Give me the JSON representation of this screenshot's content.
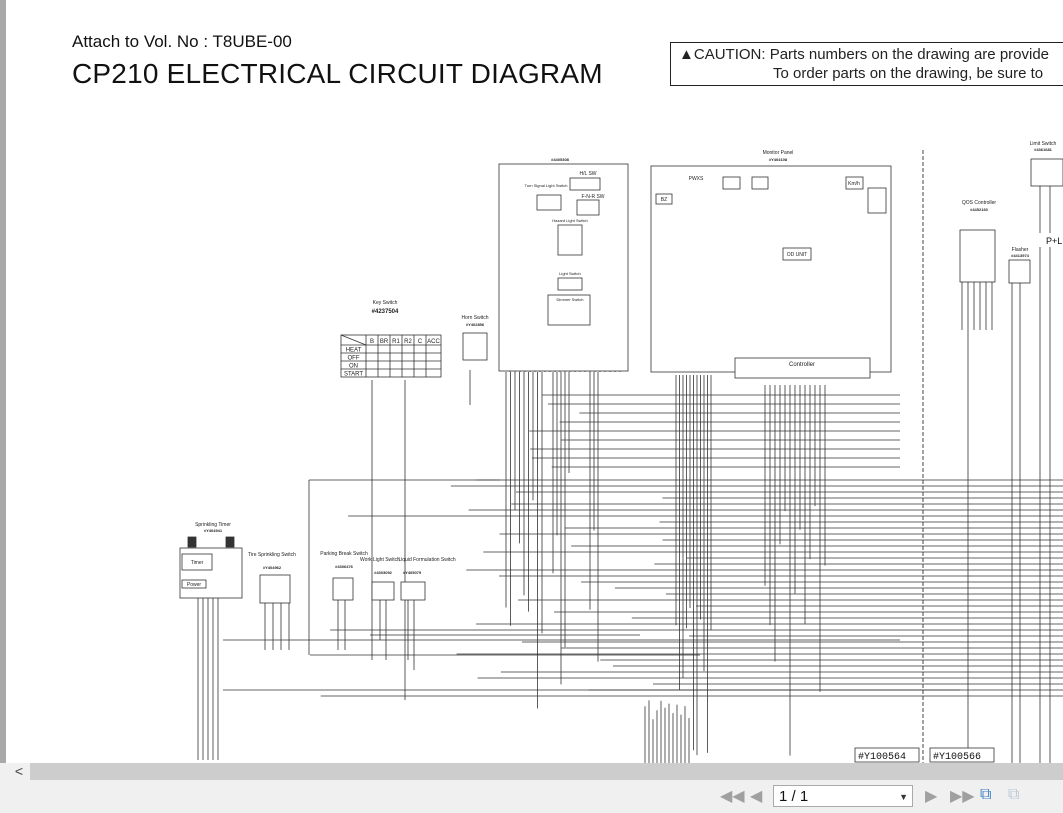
{
  "document": {
    "attach_line": "Attach to Vol. No : T8UBE-00",
    "title": "CP210 ELECTRICAL CIRCUIT DIAGRAM",
    "caution": {
      "icon": "warning-triangle-icon",
      "line1": "CAUTION: Parts numbers on the drawing are provide",
      "line2": "To order parts on the drawing, be sure to"
    },
    "components": {
      "key_switch": {
        "label": "Key Switch",
        "part": "#4237504",
        "columns": [
          "B",
          "BR",
          "R1",
          "R2",
          "C",
          "ACC"
        ],
        "rows": [
          "HEAT",
          "OFF",
          "ON",
          "START"
        ]
      },
      "horn_switch": {
        "label": "Horn Switch",
        "part": "#Y402856"
      },
      "switch_panel": {
        "part": "#4405308",
        "hl_sw": "H/L  SW",
        "fnr_sw": "F-N-R  SW",
        "turn_signal": "Turn Signal Light Switch",
        "hazard": "Hazard Light Switch",
        "light": "Light Switch",
        "dimmer": "Dimmer Switch"
      },
      "monitor_panel": {
        "label": "Monitor Panel",
        "part": "#Y404108",
        "od_unit": "OD  UNIT",
        "kmh": "Km/h",
        "bz": "BZ",
        "pwxs": "PWXS"
      },
      "controller": {
        "label": "Controller"
      },
      "qos_controller": {
        "label": "QOS Controller",
        "part": "#4452160"
      },
      "flasher": {
        "label": "Flasher",
        "part": "#4413974"
      },
      "limit_switch": {
        "label": "Limit Switch",
        "part": "#4361681",
        "pl": "P+L"
      },
      "sprinkling_timer": {
        "label": "Sprinkling Timer",
        "part": "#Y404941",
        "timer": "Timer",
        "power": "Power"
      },
      "tire_sprinkling_switch": {
        "label": "Tire Sprinkling Switch",
        "part": "#Y404962"
      },
      "parking_break_switch": {
        "label": "Parking Break Switch",
        "part": "#4306476"
      },
      "work_light_switch": {
        "label": "Work Light Switch",
        "part": "#4303092"
      },
      "liquid_formulation_switch": {
        "label": "Liquid Formulation Switch",
        "part": "#Y405079"
      }
    },
    "harness_tags": [
      "#Y100564",
      "#Y100566"
    ]
  },
  "viewer": {
    "scroll_left": "<",
    "page_indicator": "1 / 1",
    "buttons": {
      "first": "first-page-icon",
      "prev": "prev-page-icon",
      "next": "next-page-icon",
      "last": "last-page-icon",
      "fit1": "fit-page-icon",
      "fit2": "fit-width-icon"
    }
  }
}
